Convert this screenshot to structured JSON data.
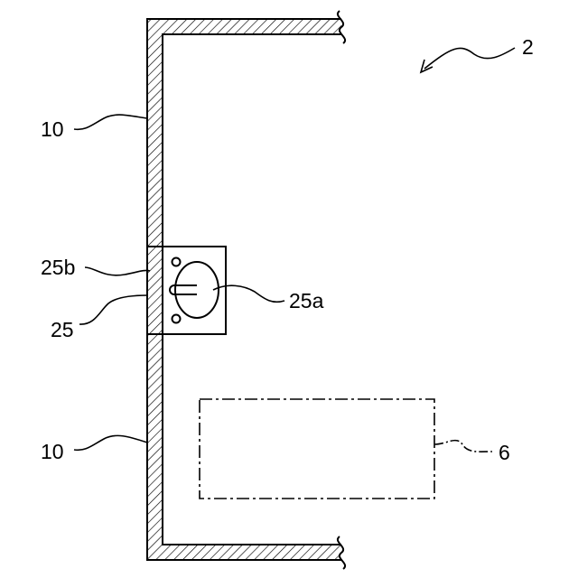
{
  "labels": {
    "device": "2",
    "wall_upper": "10",
    "wall_lower": "10",
    "plate_25b": "25b",
    "plate_25": "25",
    "plate_25a": "25a",
    "unit_6": "6"
  }
}
